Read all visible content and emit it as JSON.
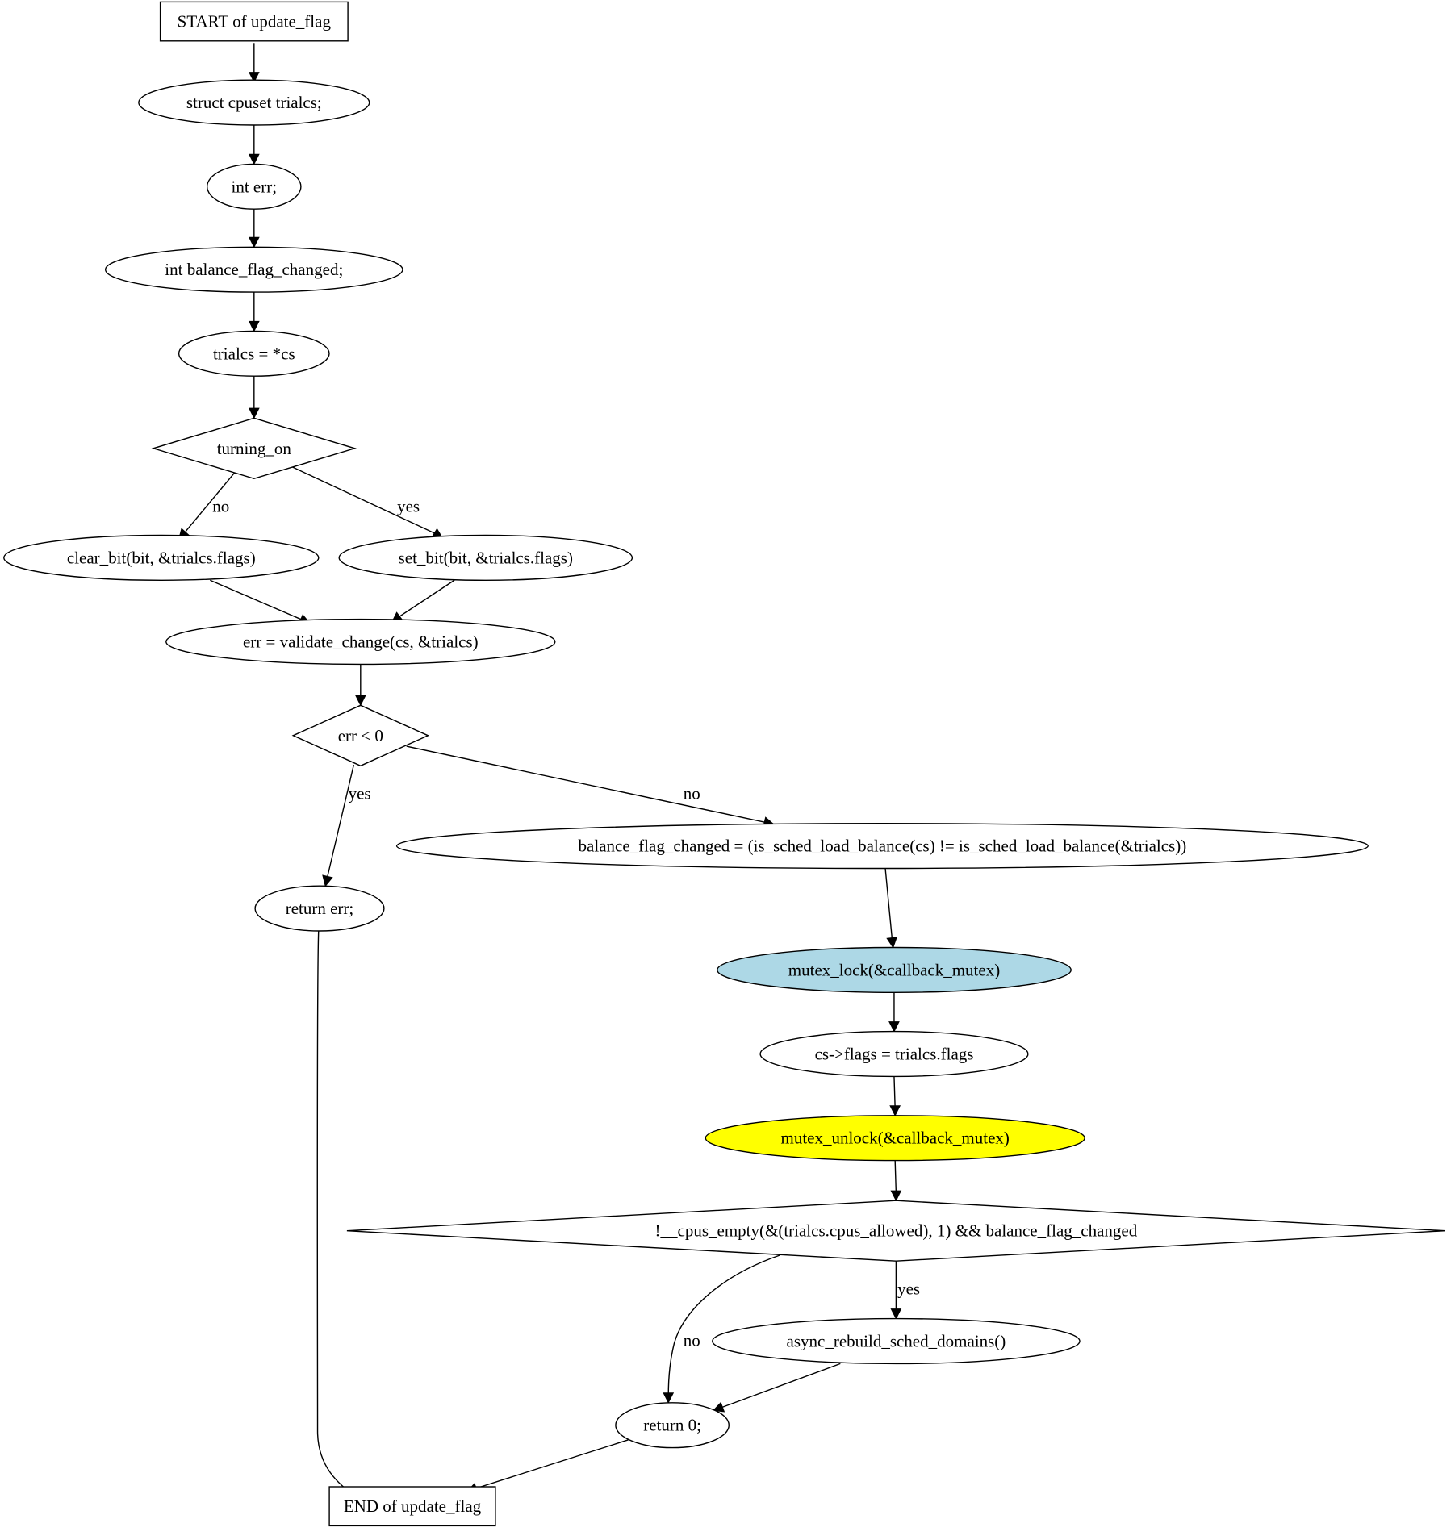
{
  "diagram": {
    "nodes": [
      {
        "id": "start",
        "shape": "box",
        "label": "START of update_flag"
      },
      {
        "id": "n1",
        "shape": "ellipse",
        "label": "struct cpuset trialcs;"
      },
      {
        "id": "n2",
        "shape": "ellipse",
        "label": "int err;"
      },
      {
        "id": "n3",
        "shape": "ellipse",
        "label": "int balance_flag_changed;"
      },
      {
        "id": "n4",
        "shape": "ellipse",
        "label": "trialcs = *cs"
      },
      {
        "id": "d1",
        "shape": "diamond",
        "label": "turning_on"
      },
      {
        "id": "n5",
        "shape": "ellipse",
        "label": "clear_bit(bit, &trialcs.flags)"
      },
      {
        "id": "n6",
        "shape": "ellipse",
        "label": "set_bit(bit, &trialcs.flags)"
      },
      {
        "id": "n7",
        "shape": "ellipse",
        "label": "err = validate_change(cs, &trialcs)"
      },
      {
        "id": "d2",
        "shape": "diamond",
        "label": "err < 0"
      },
      {
        "id": "n8",
        "shape": "ellipse",
        "label": "return err;"
      },
      {
        "id": "n9",
        "shape": "ellipse",
        "label": "balance_flag_changed = (is_sched_load_balance(cs) != is_sched_load_balance(&trialcs))"
      },
      {
        "id": "n10",
        "shape": "ellipse",
        "label": "mutex_lock(&callback_mutex)",
        "fill": "#add8e6"
      },
      {
        "id": "n11",
        "shape": "ellipse",
        "label": "cs->flags = trialcs.flags"
      },
      {
        "id": "n12",
        "shape": "ellipse",
        "label": "mutex_unlock(&callback_mutex)",
        "fill": "#ffff00"
      },
      {
        "id": "d3",
        "shape": "diamond",
        "label": "!__cpus_empty(&(trialcs.cpus_allowed), 1) && balance_flag_changed"
      },
      {
        "id": "n13",
        "shape": "ellipse",
        "label": "async_rebuild_sched_domains()"
      },
      {
        "id": "n14",
        "shape": "ellipse",
        "label": "return 0;"
      },
      {
        "id": "end",
        "shape": "box",
        "label": "END of update_flag"
      }
    ],
    "edges": [
      {
        "id": "e1",
        "from": "start",
        "to": "n1",
        "label": ""
      },
      {
        "id": "e2",
        "from": "n1",
        "to": "n2",
        "label": ""
      },
      {
        "id": "e3",
        "from": "n2",
        "to": "n3",
        "label": ""
      },
      {
        "id": "e4",
        "from": "n3",
        "to": "n4",
        "label": ""
      },
      {
        "id": "e5",
        "from": "n4",
        "to": "d1",
        "label": ""
      },
      {
        "id": "e6",
        "from": "d1",
        "to": "n5",
        "label": "no"
      },
      {
        "id": "e7",
        "from": "d1",
        "to": "n6",
        "label": "yes"
      },
      {
        "id": "e8",
        "from": "n5",
        "to": "n7",
        "label": ""
      },
      {
        "id": "e9",
        "from": "n6",
        "to": "n7",
        "label": ""
      },
      {
        "id": "e10",
        "from": "n7",
        "to": "d2",
        "label": ""
      },
      {
        "id": "e11",
        "from": "d2",
        "to": "n8",
        "label": "yes"
      },
      {
        "id": "e12",
        "from": "d2",
        "to": "n9",
        "label": "no"
      },
      {
        "id": "e13",
        "from": "n8",
        "to": "end",
        "label": ""
      },
      {
        "id": "e14",
        "from": "n9",
        "to": "n10",
        "label": ""
      },
      {
        "id": "e15",
        "from": "n10",
        "to": "n11",
        "label": ""
      },
      {
        "id": "e16",
        "from": "n11",
        "to": "n12",
        "label": ""
      },
      {
        "id": "e17",
        "from": "n12",
        "to": "d3",
        "label": ""
      },
      {
        "id": "e18",
        "from": "d3",
        "to": "n14",
        "label": "no"
      },
      {
        "id": "e19",
        "from": "d3",
        "to": "n13",
        "label": "yes"
      },
      {
        "id": "e20",
        "from": "n13",
        "to": "n14",
        "label": ""
      },
      {
        "id": "e21",
        "from": "n14",
        "to": "end",
        "label": ""
      }
    ]
  }
}
